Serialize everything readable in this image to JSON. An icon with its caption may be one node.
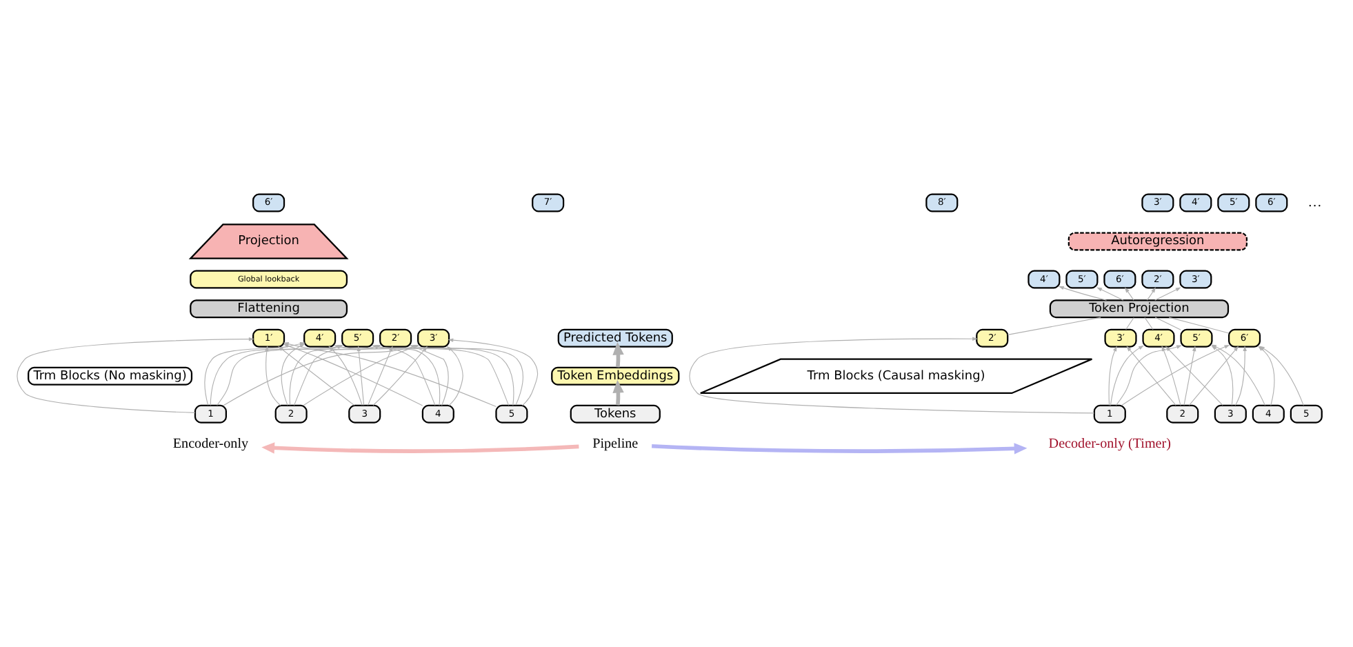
{
  "diagram": {
    "nodes": [
      {
        "text": [
          "6′"
        ]
      },
      {
        "text": [
          "7′"
        ]
      },
      {
        "text": [
          "8′"
        ]
      },
      {
        "text": [
          "Projection"
        ]
      },
      {
        "text": [
          "Global lookback"
        ]
      },
      {
        "text": [
          "Flattening"
        ]
      },
      {
        "text": [
          "1′"
        ]
      },
      {
        "text": [
          "2′"
        ]
      },
      {
        "text": [
          "3′"
        ]
      },
      {
        "text": [
          "4′"
        ]
      },
      {
        "text": [
          "5′"
        ]
      },
      {
        "text": [
          "Trm Blocks (No masking)"
        ]
      },
      {
        "text": [
          "1"
        ]
      },
      {
        "text": [
          "2"
        ]
      },
      {
        "text": [
          "3"
        ]
      },
      {
        "text": [
          "4"
        ]
      },
      {
        "text": [
          "5"
        ]
      },
      {
        "text": [
          "Predicted Tokens"
        ]
      },
      {
        "text": [
          "Token Embeddings"
        ]
      },
      {
        "text": [
          "Tokens"
        ]
      },
      {
        "text": [
          "3′"
        ]
      },
      {
        "text": [
          "4′"
        ]
      },
      {
        "text": [
          "5′"
        ]
      },
      {
        "text": [
          "6′"
        ]
      },
      {
        "text": [
          "Autoregression"
        ]
      },
      {
        "text": [
          "2′"
        ]
      },
      {
        "text": [
          "3′"
        ]
      },
      {
        "text": [
          "4′"
        ]
      },
      {
        "text": [
          "5′"
        ]
      },
      {
        "text": [
          "6′"
        ]
      },
      {
        "text": [
          "Token Projection"
        ]
      },
      {
        "text": [
          "2′"
        ]
      },
      {
        "text": [
          "3′"
        ]
      },
      {
        "text": [
          "4′"
        ]
      },
      {
        "text": [
          "5′"
        ]
      },
      {
        "text": [
          "6′"
        ]
      },
      {
        "text": [
          "Trm Blocks (Causal masking)"
        ]
      },
      {
        "text": [
          "1"
        ]
      },
      {
        "text": [
          "2"
        ]
      },
      {
        "text": [
          "3"
        ]
      },
      {
        "text": [
          "4"
        ]
      },
      {
        "text": [
          "5"
        ]
      },
      {
        "text": [
          "Encoder-only"
        ]
      },
      {
        "text": [
          "Pipeline"
        ]
      },
      {
        "text": [
          "Decoder-only (Timer)"
        ]
      }
    ],
    "edges": [
      {
        "from": 12,
        "to": 6,
        "arrow": "to"
      },
      {
        "from": 12,
        "to": 7,
        "arrow": "to"
      },
      {
        "from": 12,
        "to": 8,
        "arrow": "to"
      },
      {
        "from": 12,
        "to": 9,
        "arrow": "to"
      },
      {
        "from": 12,
        "to": 10,
        "arrow": "to"
      },
      {
        "from": 13,
        "to": 6,
        "arrow": "to"
      },
      {
        "from": 13,
        "to": 7,
        "arrow": "to"
      },
      {
        "from": 13,
        "to": 8,
        "arrow": "to"
      },
      {
        "from": 13,
        "to": 9,
        "arrow": "to"
      },
      {
        "from": 13,
        "to": 10,
        "arrow": "to"
      },
      {
        "from": 14,
        "to": 6,
        "arrow": "to"
      },
      {
        "from": 14,
        "to": 7,
        "arrow": "to"
      },
      {
        "from": 14,
        "to": 8,
        "arrow": "to"
      },
      {
        "from": 14,
        "to": 9,
        "arrow": "to"
      },
      {
        "from": 14,
        "to": 10,
        "arrow": "to"
      },
      {
        "from": 15,
        "to": 6,
        "arrow": "to"
      },
      {
        "from": 15,
        "to": 7,
        "arrow": "to"
      },
      {
        "from": 15,
        "to": 8,
        "arrow": "to"
      },
      {
        "from": 15,
        "to": 9,
        "arrow": "to"
      },
      {
        "from": 15,
        "to": 10,
        "arrow": "to"
      },
      {
        "from": 16,
        "to": 6,
        "arrow": "to"
      },
      {
        "from": 16,
        "to": 7,
        "arrow": "to"
      },
      {
        "from": 16,
        "to": 8,
        "arrow": "to"
      },
      {
        "from": 16,
        "to": 9,
        "arrow": "to"
      },
      {
        "from": 16,
        "to": 10,
        "arrow": "to"
      },
      {
        "from": 19,
        "to": 18,
        "arrow": "to",
        "style": "thick"
      },
      {
        "from": 18,
        "to": 17,
        "arrow": "to",
        "style": "thick"
      },
      {
        "from": 37,
        "to": 31,
        "arrow": "to"
      },
      {
        "from": 37,
        "to": 32,
        "arrow": "to"
      },
      {
        "from": 37,
        "to": 33,
        "arrow": "to"
      },
      {
        "from": 37,
        "to": 34,
        "arrow": "to"
      },
      {
        "from": 37,
        "to": 35,
        "arrow": "to"
      },
      {
        "from": 38,
        "to": 32,
        "arrow": "to"
      },
      {
        "from": 38,
        "to": 33,
        "arrow": "to"
      },
      {
        "from": 38,
        "to": 34,
        "arrow": "to"
      },
      {
        "from": 38,
        "to": 35,
        "arrow": "to"
      },
      {
        "from": 39,
        "to": 33,
        "arrow": "to"
      },
      {
        "from": 39,
        "to": 34,
        "arrow": "to"
      },
      {
        "from": 39,
        "to": 35,
        "arrow": "to"
      },
      {
        "from": 40,
        "to": 34,
        "arrow": "to"
      },
      {
        "from": 40,
        "to": 35,
        "arrow": "to"
      },
      {
        "from": 41,
        "to": 35,
        "arrow": "to"
      },
      {
        "from": 31,
        "to": 30,
        "arrow": "none"
      },
      {
        "from": 32,
        "to": 30,
        "arrow": "none"
      },
      {
        "from": 33,
        "to": 30,
        "arrow": "none"
      },
      {
        "from": 34,
        "to": 30,
        "arrow": "none"
      },
      {
        "from": 35,
        "to": 30,
        "arrow": "none"
      },
      {
        "from": 30,
        "to": 25,
        "arrow": "to"
      },
      {
        "from": 30,
        "to": 26,
        "arrow": "to"
      },
      {
        "from": 30,
        "to": 27,
        "arrow": "to"
      },
      {
        "from": 30,
        "to": 28,
        "arrow": "to"
      },
      {
        "from": 30,
        "to": 29,
        "arrow": "to"
      },
      {
        "from": 43,
        "to": 42,
        "arrow": "to",
        "style": "thick",
        "color": "#f4b8b8"
      },
      {
        "from": 43,
        "to": 44,
        "arrow": "to",
        "style": "thick",
        "color": "#b4b4f4"
      }
    ],
    "labels": [
      "…"
    ]
  }
}
